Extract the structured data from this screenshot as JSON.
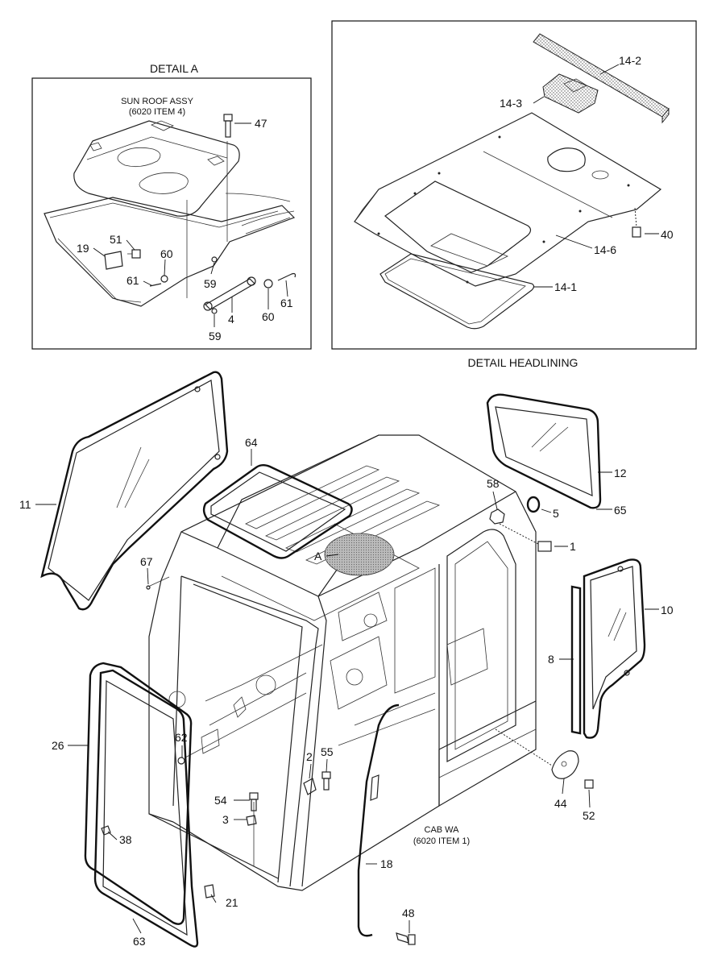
{
  "titles": {
    "detail_a": "DETAIL A",
    "detail_headlining": "DETAIL HEADLINING",
    "sun_roof_line1": "SUN ROOF ASSY",
    "sun_roof_line2": "(6020 ITEM 4)",
    "cab_line1": "CAB WA",
    "cab_line2": "(6020 ITEM 1)",
    "zoom_marker": "A"
  },
  "callouts": {
    "detail_a": [
      "47",
      "51",
      "19",
      "60",
      "61",
      "59",
      "4",
      "60",
      "61",
      "59"
    ],
    "headlining": [
      "14-2",
      "14-3",
      "40",
      "14-6",
      "14-1"
    ],
    "main": [
      "11",
      "64",
      "67",
      "12",
      "58",
      "5",
      "65",
      "1",
      "10",
      "8",
      "26",
      "62",
      "2",
      "55",
      "54",
      "3",
      "38",
      "21",
      "63",
      "18",
      "48",
      "44",
      "52"
    ]
  }
}
